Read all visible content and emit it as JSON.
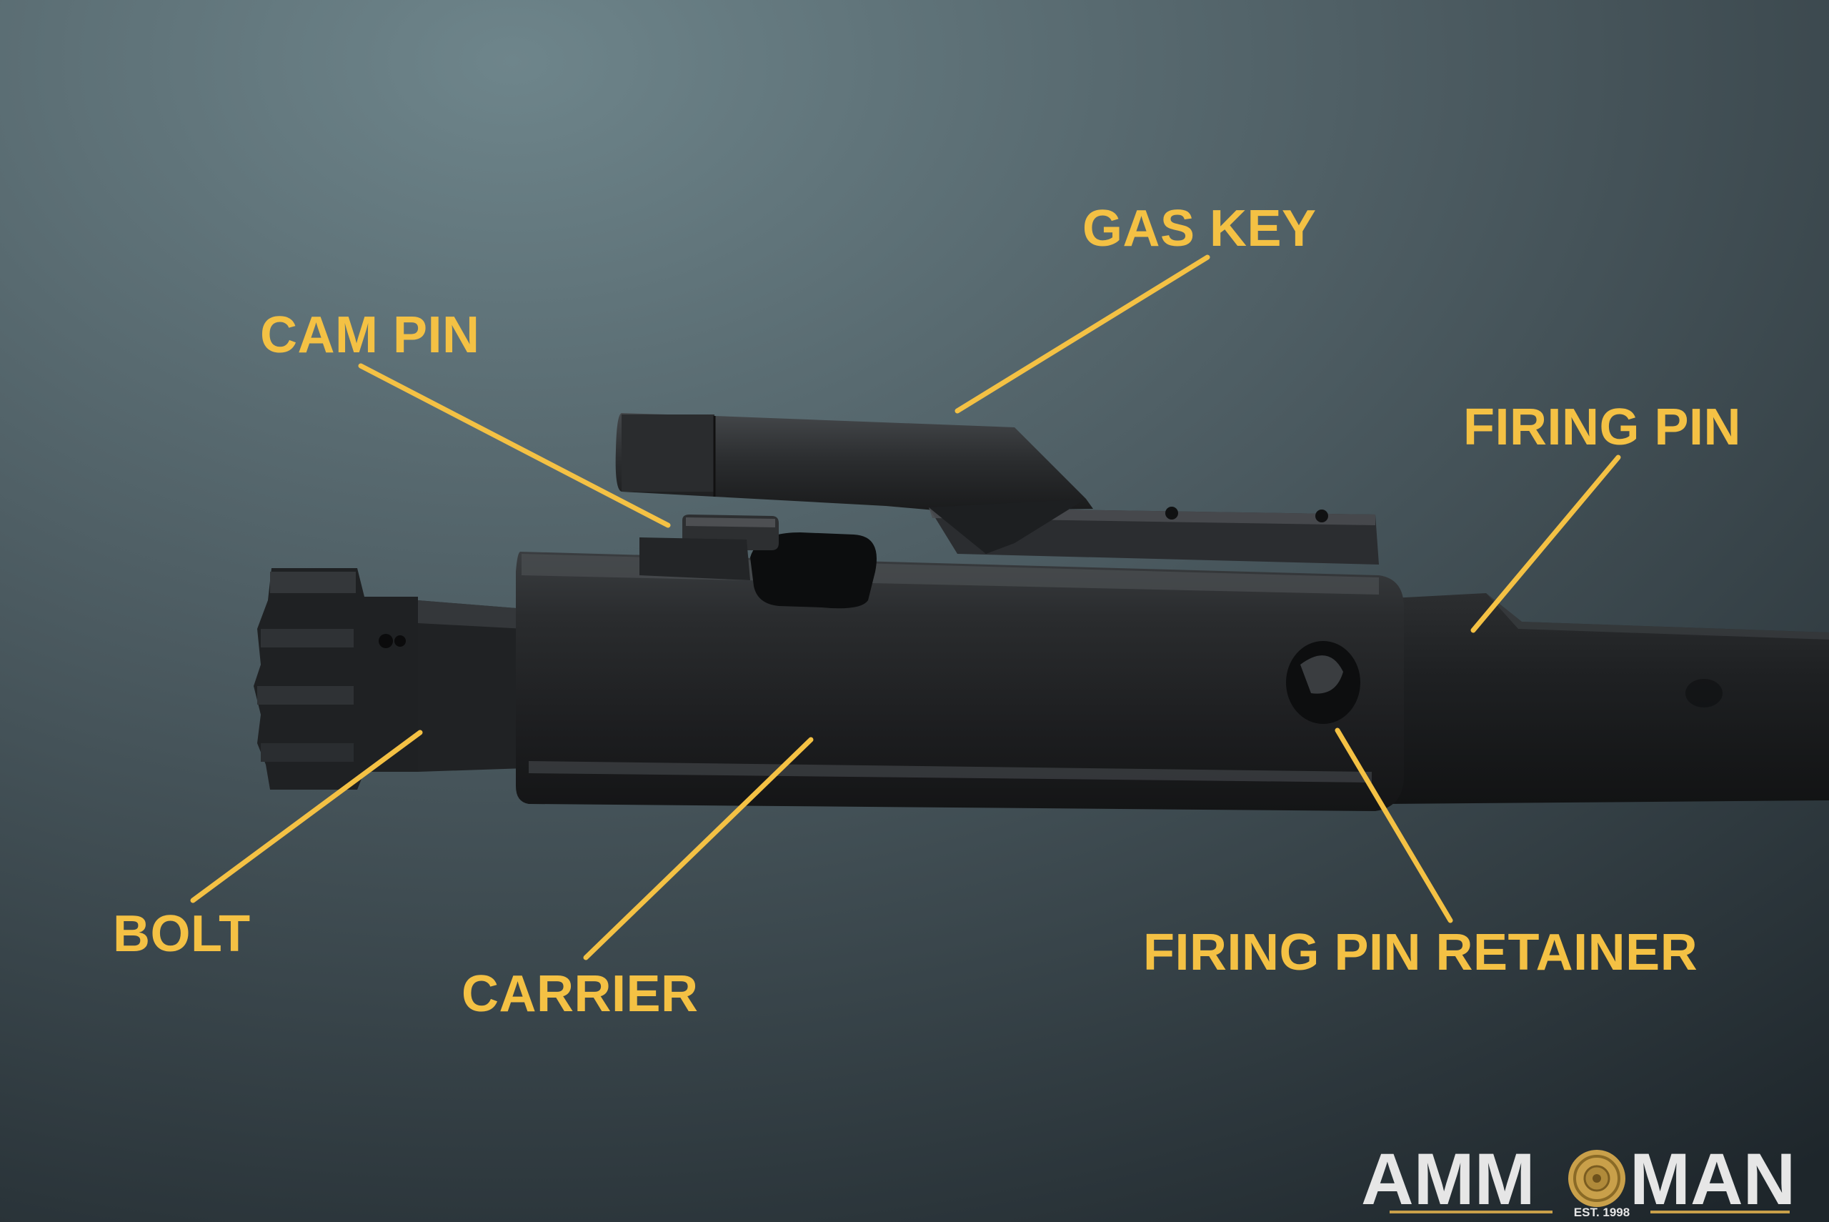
{
  "labels": {
    "gas_key": "GAS KEY",
    "cam_pin": "CAM PIN",
    "firing_pin": "FIRING PIN",
    "bolt": "BOLT",
    "carrier": "CARRIER",
    "firing_pin_retainer": "FIRING PIN RETAINER"
  },
  "logo": {
    "left": "AMM",
    "right": "MAN",
    "tagline": "EST. 1998"
  },
  "colors": {
    "label": "#f4c144",
    "leader_line": "#f4c144",
    "background_light": "#6a7f86",
    "background_dark": "#1e262b",
    "metal": "#1c1e20",
    "logo_text": "#e6e6e6",
    "logo_gold": "#c9a04a"
  }
}
